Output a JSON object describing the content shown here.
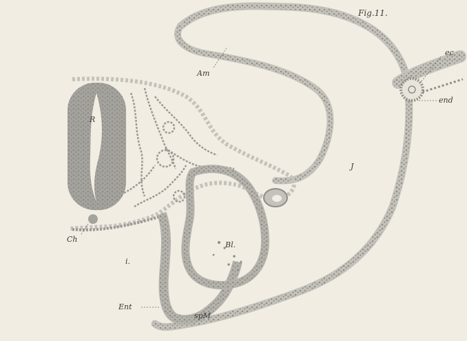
{
  "figure": {
    "title": "Fig.11."
  },
  "labels": {
    "am": "Am",
    "r": "R",
    "j": "J",
    "ec": "ec",
    "end": "end",
    "ch": "Ch",
    "bl": "Bl.",
    "i": "i.",
    "ent": "Ent",
    "spm": "spM"
  },
  "colors": {
    "paper": "#f1ede3",
    "tissue": "#c4c2bb",
    "nuclei": "#8f8d88",
    "outline": "#6f6d68",
    "ink": "#3b3a36"
  }
}
